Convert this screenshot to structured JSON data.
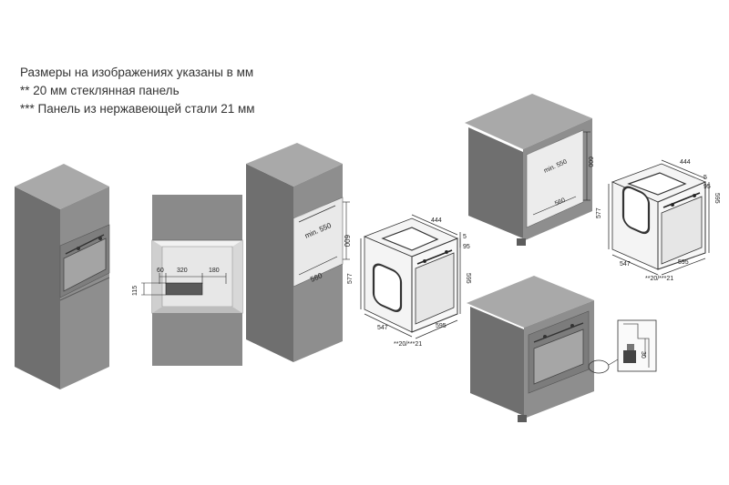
{
  "notes": {
    "line1": "Размеры на изображениях указаны в мм",
    "line2": "**  20 мм стеклянная панель",
    "line3": "*** Панель из нержавеющей стали 21 мм"
  },
  "niche_dims": {
    "d60": "60",
    "d320": "320",
    "d180": "180",
    "d115": "115"
  },
  "column_dims": {
    "h600": "600",
    "min550": "min. 550",
    "w560": "560"
  },
  "oven_center": {
    "w444": "444",
    "d5": "5",
    "d95": "95",
    "h577": "577",
    "h595": "595",
    "w547": "547",
    "w595": "595",
    "panel": "**20/***21"
  },
  "counter_top": {
    "h600": "600",
    "min550": "min. 550",
    "w560": "560"
  },
  "oven_right": {
    "w444": "444",
    "d5": "5",
    "d95": "95",
    "h577": "577",
    "h595": "595",
    "w547": "547",
    "w595": "595",
    "panel": "**20/***21"
  },
  "detail": {
    "d30": "30"
  },
  "colors": {
    "cabinet_front": "#8e8e8e",
    "cabinet_side": "#6f6f6f",
    "cabinet_top": "#a9a9a9",
    "line": "#333333"
  }
}
